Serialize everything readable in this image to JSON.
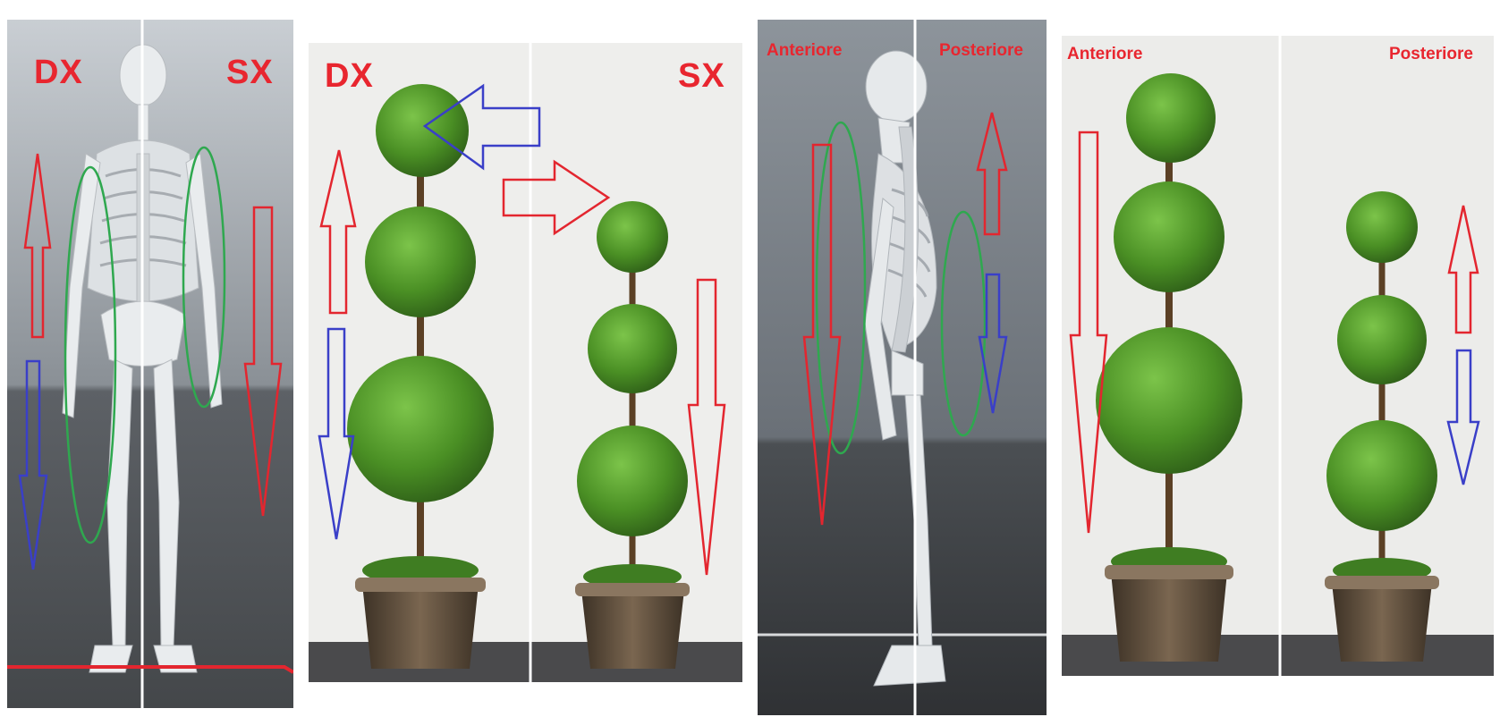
{
  "panels": [
    {
      "id": "skeleton-front",
      "left_label": "DX",
      "right_label": "SX"
    },
    {
      "id": "topiary-front",
      "left_label": "DX",
      "right_label": "SX"
    },
    {
      "id": "skeleton-side",
      "left_label": "Anteriore",
      "right_label": "Posteriore"
    },
    {
      "id": "topiary-side",
      "left_label": "Anteriore",
      "right_label": "Posteriore"
    }
  ],
  "colors": {
    "label": "#e8262f",
    "arrow_red": "#e3262f",
    "arrow_blue": "#3a3fc8",
    "ellipse_green": "#2fa84f",
    "foliage": "#4f9a2a",
    "pot": "#5a4a38"
  }
}
